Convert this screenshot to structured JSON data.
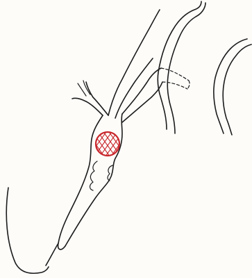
{
  "figure": {
    "colors": {
      "ink": "#1c1c1c",
      "lesion": "#c8262c",
      "paper": "#fdfcf9"
    },
    "structures": [
      "outer-contour",
      "main-duct",
      "left-branch",
      "right-branch",
      "dashed-branch",
      "upper-vessel",
      "right-vessel",
      "lesion-hatched-circle"
    ]
  }
}
